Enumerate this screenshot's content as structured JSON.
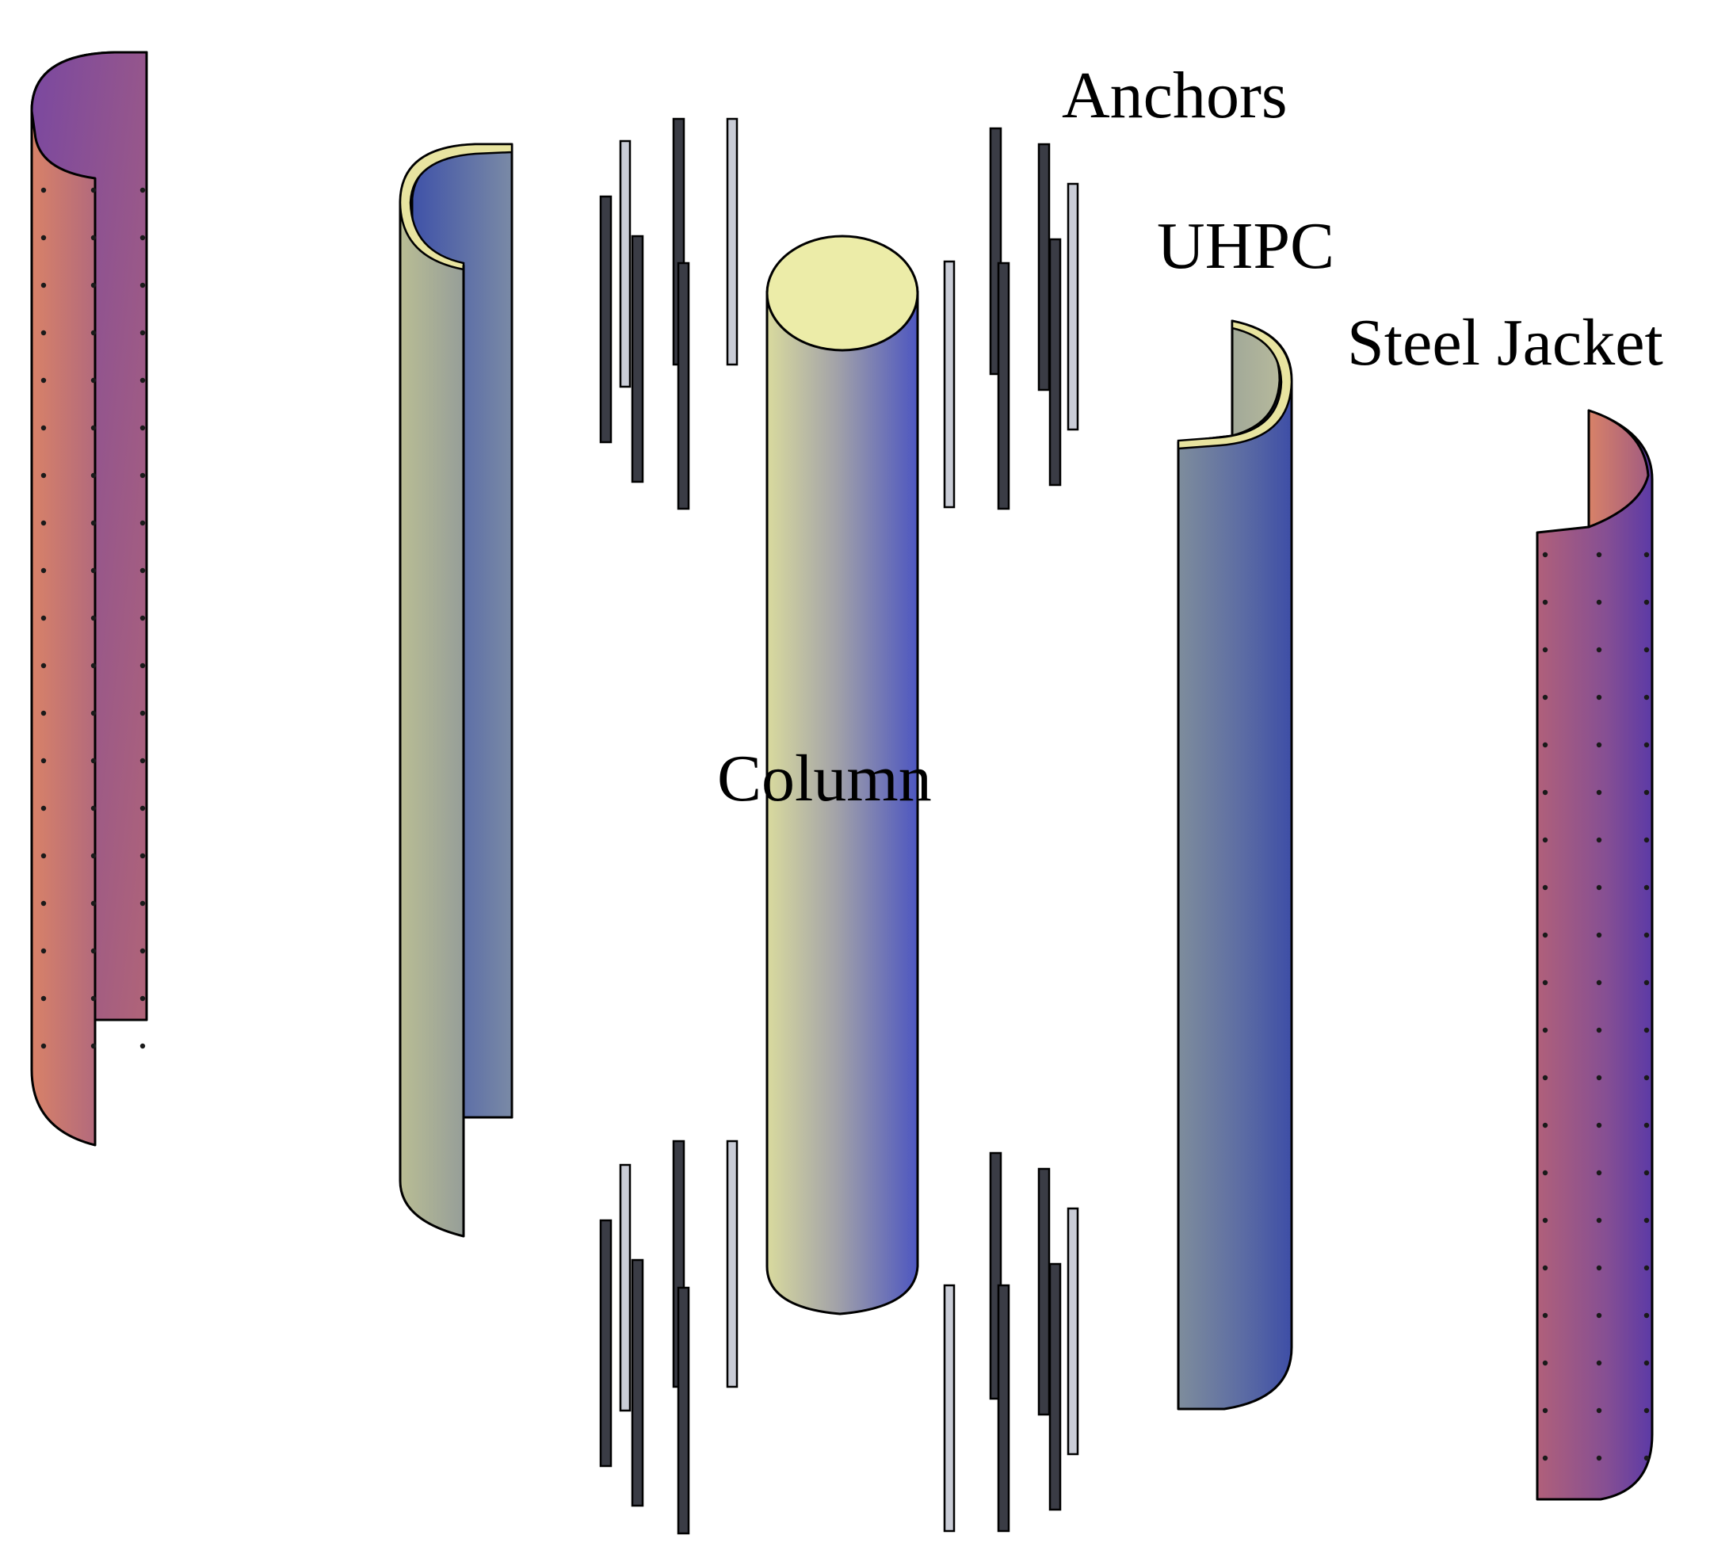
{
  "labels": {
    "anchors": "Anchors",
    "uhpc": "UHPC",
    "steel_jacket": "Steel Jacket",
    "column": "Column"
  },
  "colors": {
    "steel_jacket_light": "#d88268",
    "steel_jacket_dark": "#7a48a0",
    "uhpc_light": "#b9bd94",
    "uhpc_dark": "#4a5aa8",
    "uhpc_edge": "#e8e4a0",
    "column_light": "#d9da9e",
    "column_dark": "#4d56c0",
    "column_top": "#ececa8",
    "anchor_dark": "#3a3c45",
    "anchor_light": "#c9ccd6"
  }
}
